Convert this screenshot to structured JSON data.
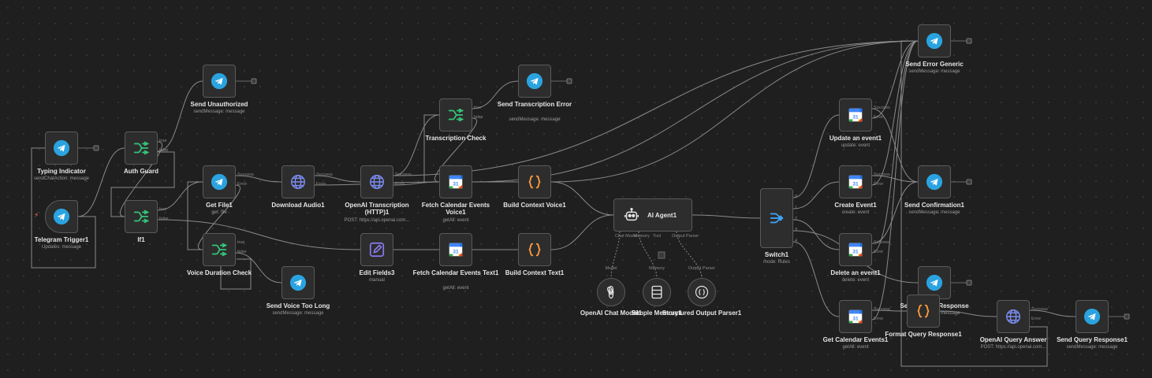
{
  "nodes": {
    "typing_indicator": {
      "title": "Typing Indicator",
      "subtitle": "sendChatAction: message",
      "icon": "telegram-icon"
    },
    "telegram_trigger": {
      "title": "Telegram Trigger1",
      "subtitle": "Updates: message",
      "icon": "telegram-icon"
    },
    "auth_guard": {
      "title": "Auth Guard",
      "icon": "if-branch-icon",
      "ports": [
        "true",
        "false"
      ]
    },
    "send_unauthorized": {
      "title": "Send Unauthorized",
      "subtitle": "sendMessage: message",
      "icon": "telegram-icon"
    },
    "if1": {
      "title": "If1",
      "icon": "if-branch-icon",
      "ports": [
        "true",
        "false"
      ]
    },
    "get_file": {
      "title": "Get File1",
      "subtitle": "get: file",
      "icon": "telegram-icon",
      "ports": [
        "Success",
        "Error"
      ]
    },
    "voice_duration_check": {
      "title": "Voice Duration Check",
      "icon": "if-branch-icon",
      "ports": [
        "true",
        "false"
      ]
    },
    "send_voice_too_long": {
      "title": "Send Voice Too Long",
      "subtitle": "sendMessage: message",
      "icon": "telegram-icon"
    },
    "download_audio": {
      "title": "Download Audio1",
      "icon": "globe-icon",
      "ports": [
        "Success",
        "Error"
      ]
    },
    "openai_transcription": {
      "title": "OpenAI Transcription (HTTP)1",
      "subtitle": "POST: https://api.openai.com...",
      "icon": "globe-icon",
      "ports": [
        "Success",
        "Error"
      ]
    },
    "edit_fields": {
      "title": "Edit Fields3",
      "subtitle": "manual",
      "icon": "pencil-icon"
    },
    "transcription_check": {
      "title": "Transcription Check",
      "icon": "if-branch-icon",
      "ports": [
        "true",
        "false"
      ]
    },
    "send_transcription_error": {
      "title": "Send Transcription Error",
      "subtitle": "sendMessage: message",
      "icon": "telegram-icon"
    },
    "fetch_cal_voice": {
      "title": "Fetch Calendar Events Voice1",
      "subtitle": "getAll: event",
      "icon": "calendar-icon"
    },
    "fetch_cal_text": {
      "title": "Fetch Calendar Events Text1",
      "subtitle": "getAll: event",
      "icon": "calendar-icon"
    },
    "build_ctx_voice": {
      "title": "Build Context Voice1",
      "icon": "code-braces-icon"
    },
    "build_ctx_text": {
      "title": "Build Context Text1",
      "icon": "code-braces-icon"
    },
    "ai_agent": {
      "title": "AI Agent1",
      "icon": "robot-icon",
      "ports": [
        "Chat Model",
        "Memory",
        "Tool",
        "Output Parser"
      ]
    },
    "openai_chat": {
      "title": "OpenAI Chat Model1",
      "label": "Model",
      "icon": "openai-icon"
    },
    "simple_memory": {
      "title": "Simple Memory1",
      "label": "Memory",
      "icon": "database-icon"
    },
    "structured_parser": {
      "title": "Structured Output Parser1",
      "label": "Output Parser",
      "icon": "braces-icon"
    },
    "switch1": {
      "title": "Switch1",
      "subtitle": "mode: Rules",
      "icon": "switch-icon",
      "ports": [
        "0",
        "1",
        "2",
        "3",
        "4"
      ]
    },
    "update_event": {
      "title": "Update an event1",
      "subtitle": "update: event",
      "icon": "calendar-icon",
      "ports": [
        "Success",
        "Error"
      ]
    },
    "create_event": {
      "title": "Create Event1",
      "subtitle": "create: event",
      "icon": "calendar-icon",
      "ports": [
        "Success",
        "Error"
      ]
    },
    "delete_event": {
      "title": "Delete an event1",
      "subtitle": "delete: event",
      "icon": "calendar-icon",
      "ports": [
        "Success",
        "Error"
      ]
    },
    "get_cal_events": {
      "title": "Get Calendar Events1",
      "subtitle": "getAll: event",
      "icon": "calendar-icon",
      "ports": [
        "Success",
        "Error"
      ]
    },
    "send_error_generic": {
      "title": "Send Error Generic",
      "subtitle": "sendMessage: message",
      "icon": "telegram-icon"
    },
    "send_confirmation": {
      "title": "Send Confirmation1",
      "subtitle": "sendMessage: message",
      "icon": "telegram-icon"
    },
    "send_clarify": {
      "title": "Send Clarify Response",
      "subtitle": "sendMessage: message",
      "icon": "telegram-icon"
    },
    "format_query": {
      "title": "Format Query Response1",
      "icon": "code-braces-icon"
    },
    "openai_query": {
      "title": "OpenAI Query Answer",
      "subtitle": "POST: https://api.openai.com...",
      "icon": "globe-icon",
      "ports": [
        "Success",
        "Error"
      ]
    },
    "send_query_response": {
      "title": "Send Query Response1",
      "subtitle": "sendMessage: message",
      "icon": "telegram-icon"
    }
  },
  "colors": {
    "telegram": "#2aa3e0",
    "if_branch": "#35c47a",
    "globe": "#7b8cf0",
    "pencil": "#8b7cf0",
    "code": "#ff9a3c",
    "edge": "#8a8a8a"
  }
}
